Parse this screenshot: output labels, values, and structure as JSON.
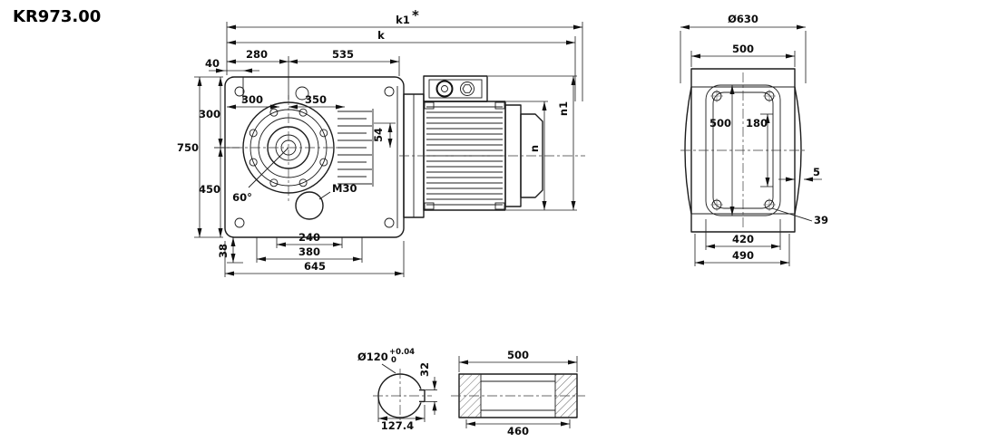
{
  "title": "KR973.00",
  "front_view": {
    "k1": "k1",
    "k1_star": "*",
    "k": "k",
    "d40": "40",
    "d280": "280",
    "d535": "535",
    "d300_top": "300",
    "d350": "350",
    "d54": "54",
    "d750": "750",
    "d300_left": "300",
    "d450": "450",
    "a60": "60°",
    "m30": "M30",
    "d240": "240",
    "d380": "380",
    "d38": "38",
    "d645": "645",
    "n": "n",
    "n1": "n1"
  },
  "side_view": {
    "d630": "Ø630",
    "d500_top": "500",
    "d500_mid": "500",
    "d180": "180",
    "d5": "5",
    "d39": "39",
    "d420": "420",
    "d490": "490"
  },
  "bore_section": {
    "d120": "Ø120",
    "tol_upper": "+0.04",
    "tol_lower": "0",
    "d32": "32",
    "d127": "127.4"
  },
  "shaft_view": {
    "d500": "500",
    "d460": "460"
  }
}
